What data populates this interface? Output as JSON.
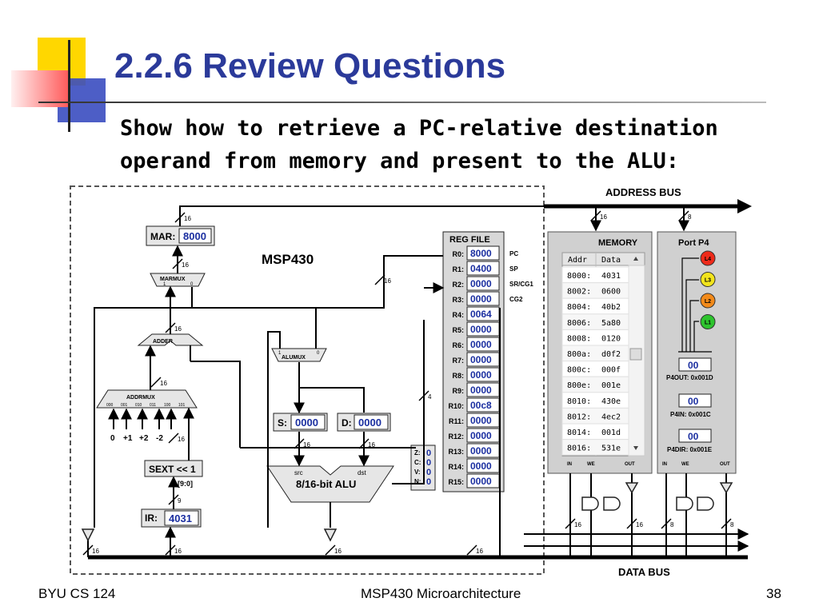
{
  "slide": {
    "title": "2.2.6 Review Questions",
    "question_line1": "Show how to retrieve a PC-relative destination",
    "question_line2": "operand from memory and present to the ALU:",
    "footer_left": "BYU CS 124",
    "footer_center": "MSP430 Microarchitecture",
    "footer_right": "38"
  },
  "colors": {
    "title": "#2b3a9a",
    "value_blue": "#1a2ea0",
    "deco_yellow": "#ffd700",
    "deco_red": "#ff5a5a",
    "deco_blue": "#3a4cc0"
  },
  "cpu": {
    "label": "MSP430",
    "mar_label": "MAR:",
    "mar_value": "8000",
    "marmux_label": "MARMUX",
    "marmux_in1": "1",
    "marmux_in0": "0",
    "adder_label": "ADDER",
    "addrmux_label": "ADDRMUX",
    "addrmux_selects": [
      "000",
      "001",
      "010",
      "011",
      "100",
      "101"
    ],
    "addrmux_consts": [
      "0",
      "+1",
      "+2",
      "-2"
    ],
    "sext_label": "SEXT << 1",
    "sext_bits": "[9:0]",
    "ir_label": "IR:",
    "ir_value": "4031",
    "alumux_label": "ALUMUX",
    "alumux_in1": "1",
    "alumux_in0": "0",
    "s_label": "S:",
    "s_value": "0000",
    "d_label": "D:",
    "d_value": "0000",
    "alu_label": "8/16-bit ALU",
    "alu_src": "src",
    "alu_dst": "dst",
    "flags": [
      {
        "name": "Z:",
        "value": "0"
      },
      {
        "name": "C:",
        "value": "0"
      },
      {
        "name": "V:",
        "value": "0"
      },
      {
        "name": "N:",
        "value": "0"
      }
    ],
    "bus_widths": {
      "w16": "16",
      "w9": "9",
      "w4": "4",
      "w8": "8"
    }
  },
  "reg_file": {
    "title": "REG FILE",
    "registers": [
      {
        "name": "R0:",
        "value": "8000",
        "alias": "PC"
      },
      {
        "name": "R1:",
        "value": "0400",
        "alias": "SP"
      },
      {
        "name": "R2:",
        "value": "0000",
        "alias": "SR/CG1"
      },
      {
        "name": "R3:",
        "value": "0000",
        "alias": "CG2"
      },
      {
        "name": "R4:",
        "value": "0064",
        "alias": ""
      },
      {
        "name": "R5:",
        "value": "0000",
        "alias": ""
      },
      {
        "name": "R6:",
        "value": "0000",
        "alias": ""
      },
      {
        "name": "R7:",
        "value": "0000",
        "alias": ""
      },
      {
        "name": "R8:",
        "value": "0000",
        "alias": ""
      },
      {
        "name": "R9:",
        "value": "0000",
        "alias": ""
      },
      {
        "name": "R10:",
        "value": "00c8",
        "alias": ""
      },
      {
        "name": "R11:",
        "value": "0000",
        "alias": ""
      },
      {
        "name": "R12:",
        "value": "0000",
        "alias": ""
      },
      {
        "name": "R13:",
        "value": "0000",
        "alias": ""
      },
      {
        "name": "R14:",
        "value": "0000",
        "alias": ""
      },
      {
        "name": "R15:",
        "value": "0000",
        "alias": ""
      }
    ]
  },
  "memory": {
    "title": "MEMORY",
    "col_addr": "Addr",
    "col_data": "Data",
    "rows": [
      {
        "addr": "8000:",
        "data": "4031"
      },
      {
        "addr": "8002:",
        "data": "0600"
      },
      {
        "addr": "8004:",
        "data": "40b2"
      },
      {
        "addr": "8006:",
        "data": "5a80"
      },
      {
        "addr": "8008:",
        "data": "0120"
      },
      {
        "addr": "800a:",
        "data": "d0f2"
      },
      {
        "addr": "800c:",
        "data": "000f"
      },
      {
        "addr": "800e:",
        "data": "001e"
      },
      {
        "addr": "8010:",
        "data": "430e"
      },
      {
        "addr": "8012:",
        "data": "4ec2"
      },
      {
        "addr": "8014:",
        "data": "001d"
      },
      {
        "addr": "8016:",
        "data": "531e"
      }
    ],
    "ctrl": [
      "IN",
      "WE",
      "OUT"
    ]
  },
  "port": {
    "title": "Port P4",
    "leds": [
      {
        "label": "L4",
        "color": "#ee2a1a"
      },
      {
        "label": "L3",
        "color": "#f2e41c"
      },
      {
        "label": "L2",
        "color": "#f28a1a"
      },
      {
        "label": "L1",
        "color": "#2ec42e"
      }
    ],
    "out_value": "00",
    "out_label": "P4OUT: 0x001D",
    "in_value": "00",
    "in_label": "P4IN: 0x001C",
    "dir_value": "00",
    "dir_label": "P4DIR: 0x001E",
    "ctrl": [
      "IN",
      "WE",
      "OUT"
    ]
  },
  "buses": {
    "address": "ADDRESS BUS",
    "data": "DATA BUS"
  }
}
